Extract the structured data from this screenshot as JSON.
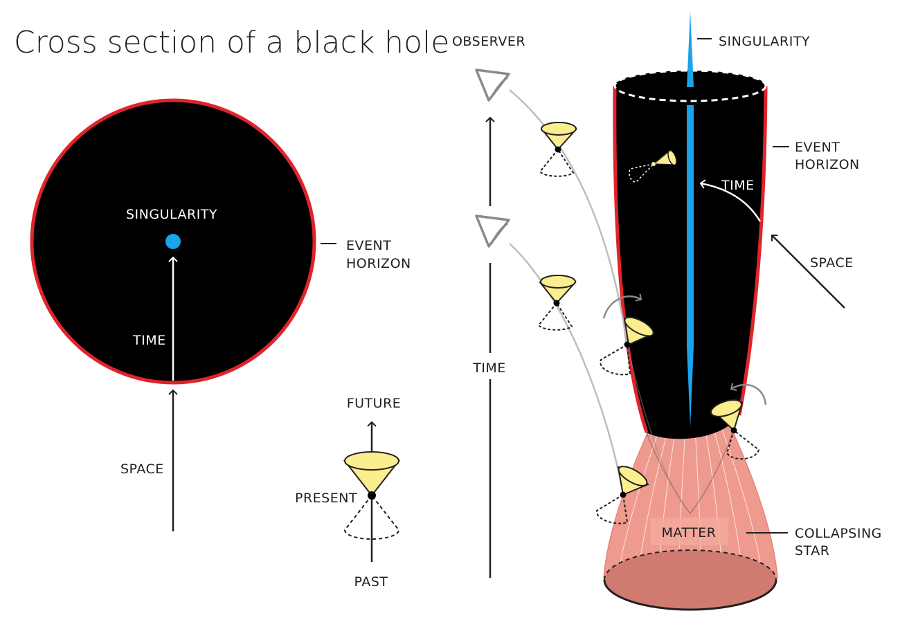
{
  "title": "Cross section of a black hole",
  "left_diagram": {
    "singularity_label": "SINGULARITY",
    "event_horizon_label_line1": "EVENT",
    "event_horizon_label_line2": "HORIZON",
    "time_label": "TIME",
    "space_label": "SPACE"
  },
  "light_cone_legend": {
    "future_label": "FUTURE",
    "present_label": "PRESENT",
    "past_label": "PAST"
  },
  "right_diagram": {
    "observer_label": "OBSERVER",
    "singularity_label": "SINGULARITY",
    "event_horizon_label_line1": "EVENT",
    "event_horizon_label_line2": "HORIZON",
    "time_inside_label": "TIME",
    "space_label": "SPACE",
    "time_axis_label": "TIME",
    "matter_label": "MATTER",
    "collapsing_star_label_line1": "COLLAPSING",
    "collapsing_star_label_line2": "STAR"
  },
  "colors": {
    "black_hole": "#000000",
    "event_horizon": "#e0242b",
    "singularity": "#1aa3e8",
    "cone_fill": "#fbee8f",
    "star_fill": "#ef9a8e",
    "star_base": "#cf7b70",
    "observer_path": "#bdbdbd"
  }
}
